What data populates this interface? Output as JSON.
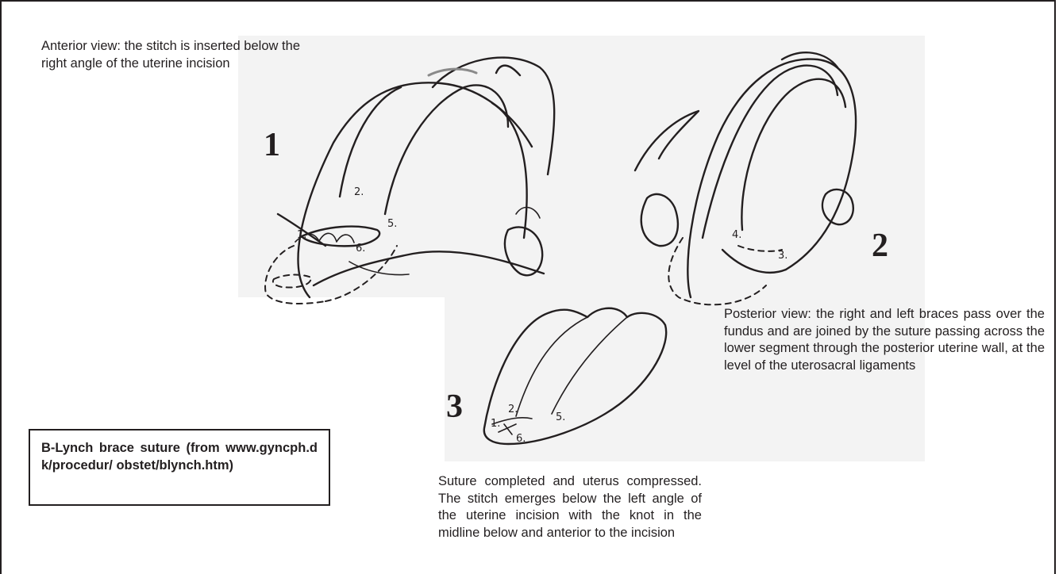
{
  "captions": {
    "anterior": "Anterior view: the stitch is inserted below the right angle of the uterine incision",
    "posterior": "Posterior view: the right and left braces pass over the fundus and are joined by the suture passing across the lower segment through the posterior uterine wall, at the level of the uterosacral ligaments",
    "completed": "Suture completed and uterus compressed. The stitch emerges below the left angle of the uterine incision with the knot in the midline below and anterior to the incision"
  },
  "figure_numbers": {
    "first": "1",
    "second": "2",
    "third": "3"
  },
  "source_box": {
    "text": "B-Lynch brace suture (from www.gyncph.dk/procedur/ obstet/blynch.htm)"
  },
  "drawing_labels": {
    "view1": {
      "p1": "1.",
      "p2": "2.",
      "p5": "5.",
      "p6": "6."
    },
    "view2": {
      "p3": "3.",
      "p4": "4."
    },
    "view3": {
      "p1": "1.",
      "p2": "2.",
      "p5": "5.",
      "p6": "6."
    }
  },
  "colors": {
    "ink": "#231f20",
    "paper": "#f3f3f3",
    "background": "#ffffff"
  }
}
